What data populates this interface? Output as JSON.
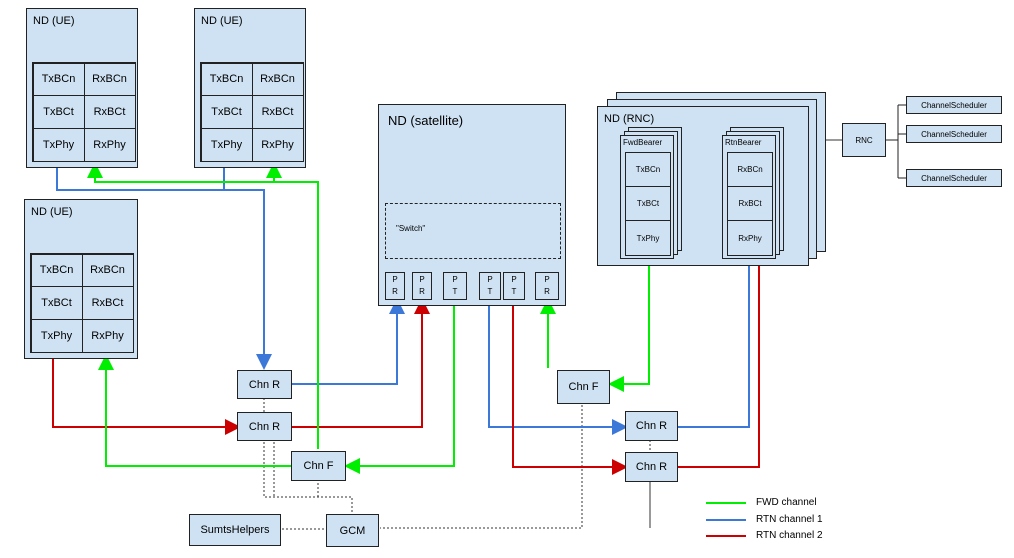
{
  "nd_ue_1": {
    "title": "ND (UE)",
    "cells": [
      "TxBCn",
      "RxBCn",
      "TxBCt",
      "RxBCt",
      "TxPhy",
      "RxPhy"
    ]
  },
  "nd_ue_2": {
    "title": "ND (UE)",
    "cells": [
      "TxBCn",
      "RxBCn",
      "TxBCt",
      "RxBCt",
      "TxPhy",
      "RxPhy"
    ]
  },
  "nd_ue_3": {
    "title": "ND (UE)",
    "cells": [
      "TxBCn",
      "RxBCn",
      "TxBCt",
      "RxBCt",
      "TxPhy",
      "RxPhy"
    ]
  },
  "satellite": {
    "title": "ND (satellite)",
    "switch_label": "\"Switch\"",
    "ports": [
      {
        "l1": "P",
        "l2": "R"
      },
      {
        "l1": "P",
        "l2": "R"
      },
      {
        "l1": "P",
        "l2": "T"
      },
      {
        "l1": "P",
        "l2": "T"
      },
      {
        "l1": "P",
        "l2": "T"
      },
      {
        "l1": "P",
        "l2": "R"
      }
    ]
  },
  "rnc_node": {
    "title": "ND (RNC)",
    "fwd_bearer": {
      "title": "FwdBearer",
      "cells": [
        "TxBCn",
        "TxBCt",
        "TxPhy"
      ]
    },
    "rtn_bearer": {
      "title": "RtnBearer",
      "cells": [
        "RxBCn",
        "RxBCt",
        "RxPhy"
      ]
    }
  },
  "rnc": {
    "label": "RNC"
  },
  "schedulers": [
    "ChannelScheduler",
    "ChannelScheduler",
    "ChannelScheduler"
  ],
  "channels": {
    "chn_r_1": "Chn R",
    "chn_r_2": "Chn R",
    "chn_f_1": "Chn F",
    "chn_f_2": "Chn F",
    "chn_r_3": "Chn R",
    "chn_r_4": "Chn R"
  },
  "helpers": {
    "sumts": "SumtsHelpers",
    "gcm": "GCM"
  },
  "legend": [
    {
      "label": "FWD channel",
      "color": "#00ee00"
    },
    {
      "label": "RTN channel 1",
      "color": "#3c78d8"
    },
    {
      "label": "RTN channel 2",
      "color": "#cc0000"
    }
  ]
}
